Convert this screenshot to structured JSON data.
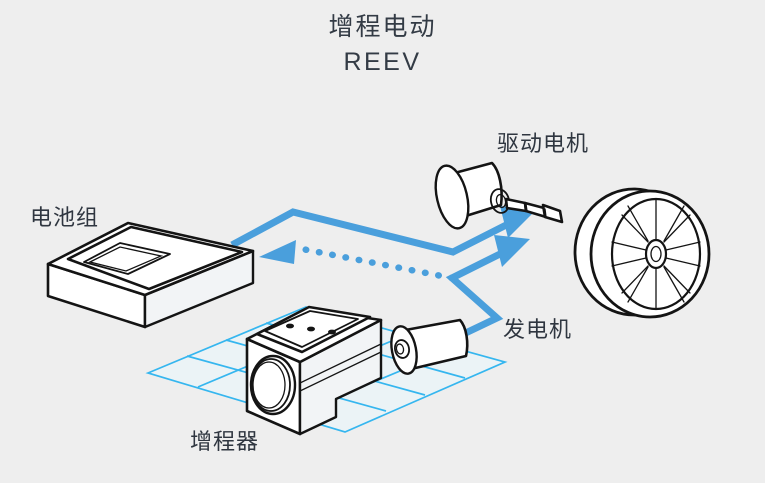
{
  "background_color": "#eeeeee",
  "title": {
    "cn": "增程电动",
    "en": "REEV"
  },
  "colors": {
    "arrow_blue": "#4a9fdc",
    "grid_cyan": "#35b6ef",
    "outline": "#1a1a1a",
    "body_fill": "#ffffff",
    "text": "#2f3640"
  },
  "labels": {
    "battery": "电池组",
    "drive_motor": "驱动电机",
    "generator": "发电机",
    "range_extender": "增程器"
  },
  "components": [
    {
      "name": "battery-pack",
      "label": "电池组"
    },
    {
      "name": "range-extender-engine",
      "label": "增程器"
    },
    {
      "name": "generator",
      "label": "发电机"
    },
    {
      "name": "drive-motor",
      "label": "驱动电机"
    },
    {
      "name": "wheel",
      "label": ""
    }
  ],
  "flows": [
    {
      "name": "battery-to-motor",
      "style": "solid",
      "from": "电池组",
      "to": "驱动电机"
    },
    {
      "name": "generator-to-battery",
      "style": "dotted",
      "from": "发电机",
      "to": "电池组"
    },
    {
      "name": "generator-to-motor",
      "style": "solid",
      "from": "发电机",
      "to": "驱动电机"
    }
  ]
}
